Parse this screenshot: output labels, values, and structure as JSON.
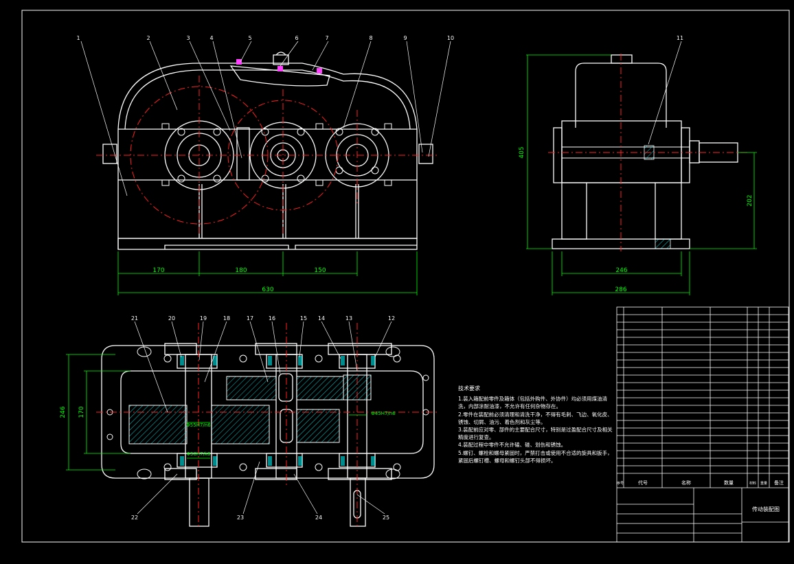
{
  "colors": {
    "background": "#000000",
    "outline": "#ffffff",
    "centerline": "#ff2020",
    "dimension": "#00ff00",
    "hatch": "#00ffff",
    "bolt": "#ff40ff",
    "label": "#ffffff"
  },
  "front_view": {
    "part_labels": [
      "1",
      "2",
      "3",
      "4",
      "5",
      "6",
      "7",
      "8",
      "9",
      "10"
    ],
    "dims": {
      "d1": "170",
      "d2": "180",
      "d3": "150",
      "overall": "630"
    }
  },
  "side_view": {
    "part_labels": [
      "11"
    ],
    "dims": {
      "height": "405",
      "shaft_height": "202",
      "inner_width": "246",
      "outer_width": "286"
    }
  },
  "top_view": {
    "top_labels": [
      "21",
      "20",
      "19",
      "18",
      "17",
      "16",
      "15",
      "14",
      "13",
      "12"
    ],
    "bottom_labels": [
      "22",
      "23",
      "24",
      "25"
    ],
    "dims": {
      "outer": "246",
      "inner": "170"
    },
    "fit_labels": {
      "fit1": "Φ55H7/n6",
      "fit2": "Φ50H7/k6",
      "fit3": "Φ45H7/n6"
    }
  },
  "notes": {
    "title": "技术要求",
    "lines": [
      "1.装入箱配前零件及箱体（包括外购件、外协件）均必须用煤油清",
      "  洗，内部涂耐油漆，不允许有任何杂物存在。",
      "2.零件在装配前必须清理和清洗干净，不得有毛刺、飞边、氧化皮、",
      "  锈蚀、切屑、油污、着色剂和灰尘等。",
      "3.装配前应对零、部件的主要配合尺寸，特别是过盈配合尺寸及相关",
      "  精度进行复查。",
      "4.装配过程中零件不允许磕、碰、划伤和锈蚀。",
      "5.螺钉、螺栓和螺母紧固时，严禁打击或使用不合适的旋具和扳手，",
      "  紧固后螺钉槽、螺母和螺钉头部不得损坏。"
    ]
  },
  "title_block": {
    "drawing_title": "传动装配图",
    "headers": {
      "seq": "序号",
      "code": "代号",
      "name": "名称",
      "qty": "数量",
      "material": "材料",
      "weight": "重量",
      "remark": "备注"
    }
  }
}
